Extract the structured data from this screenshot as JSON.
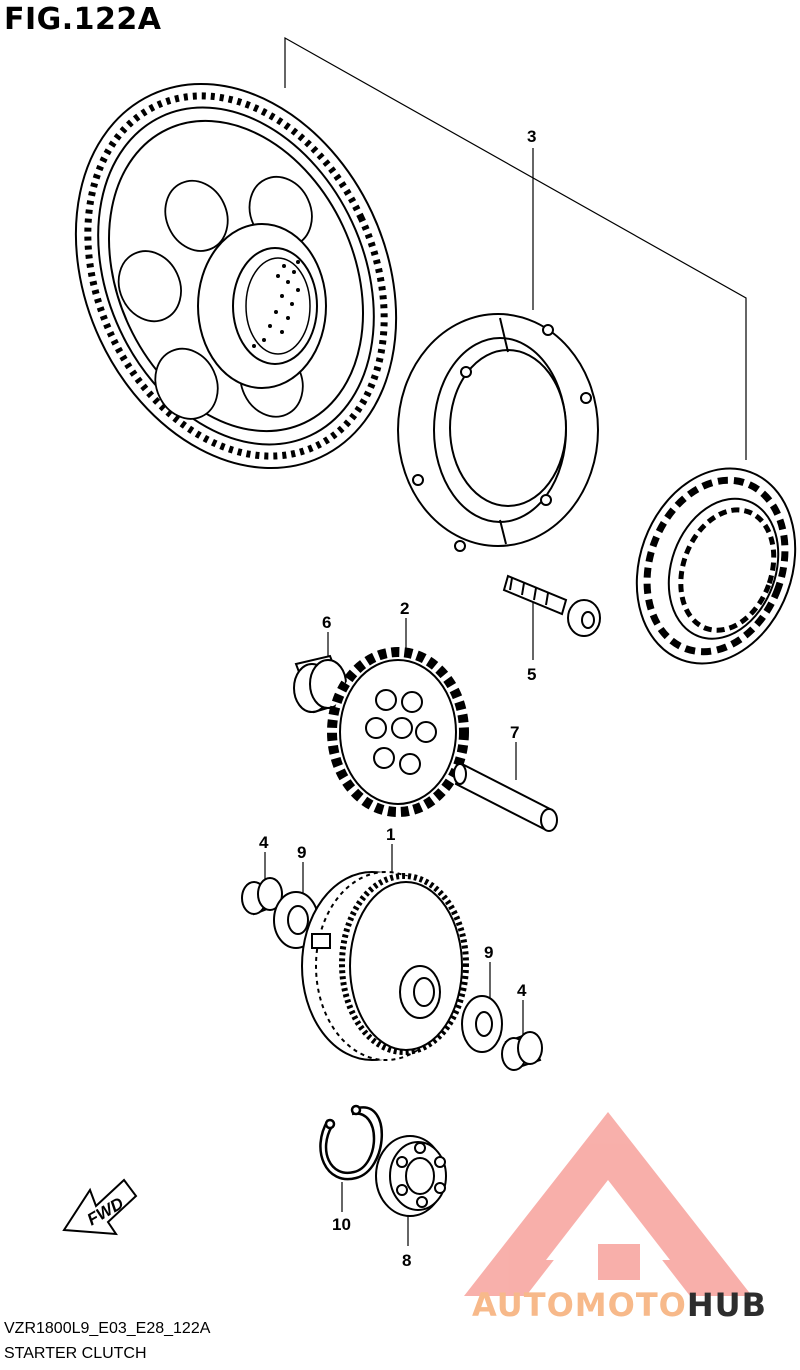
{
  "figure": {
    "title": "FIG.122A",
    "model_code": "VZR1800L9_E03_E28_122A",
    "section_name": "STARTER CLUTCH"
  },
  "callouts": [
    "3",
    "6",
    "2",
    "5",
    "7",
    "1",
    "4",
    "9",
    "9",
    "4",
    "10",
    "8"
  ],
  "direction_label": "FWD",
  "brand": {
    "part1": "AUTOMOTO",
    "part2": "HUB",
    "colors": {
      "accent": "#f26b61",
      "accent_light": "#f7a29c",
      "dark": "#2d2d2d"
    }
  },
  "icons": [
    "fwd-arrow-icon",
    "automotohub-logo-icon"
  ]
}
